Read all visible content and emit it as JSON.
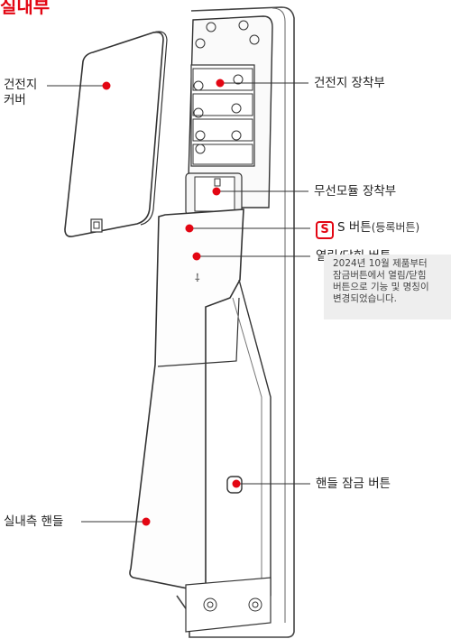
{
  "title": "실내부",
  "labels": {
    "battery_cover_line1": "건전지",
    "battery_cover_line2": "커버",
    "battery_mount": "건전지 장착부",
    "wireless_module_mount": "무선모듈 장착부",
    "s_icon_letter": "S",
    "s_button": "S 버튼",
    "s_button_paren": "(등록버튼)",
    "open_close_button": "열림/닫힘 버튼",
    "handle_lock_button": "핸들 잠금 버튼",
    "indoor_handle": "실내측 핸들"
  },
  "note": {
    "lines": [
      "2024년 10월 제품부터",
      "잠금버튼에서 열림/닫힘",
      "버튼으로 기능 및 명칭이",
      "변경되었습니다."
    ]
  },
  "colors": {
    "accent": "#e30613",
    "line": "#333333",
    "note_bg": "#eeeeee"
  }
}
